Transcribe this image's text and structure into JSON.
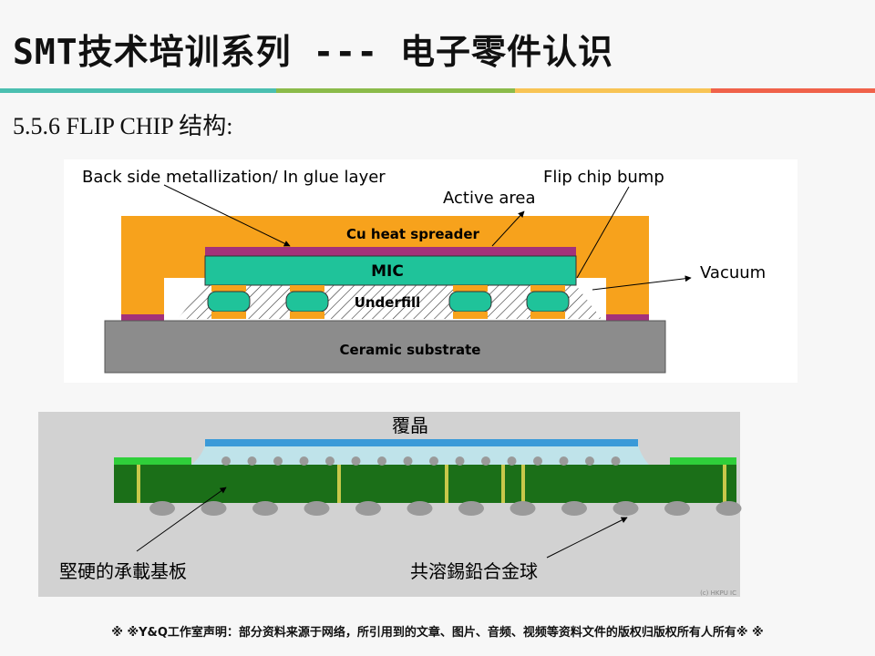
{
  "title": "SMT技术培训系列 --- 电子零件认识",
  "subtitle": "5.5.6 FLIP CHIP 结构:",
  "colors": {
    "teal": "#4bbfb0",
    "green": "#8bbb4a",
    "yellow": "#f8c455",
    "red": "#f0624a"
  },
  "top_diagram": {
    "back_side": "Back side metallization/ In glue layer",
    "active_area": "Active area",
    "bump": "Flip chip bump",
    "heat_spreader": "Cu heat spreader",
    "mic": "MIC",
    "vacuum": "Vacuum",
    "underfill": "Underfill",
    "substrate": "Ceramic substrate"
  },
  "bottom_diagram": {
    "flip": "覆晶",
    "board": "堅硬的承載基板",
    "balls": "共溶錫鉛合金球",
    "credit": "(c) HKPU IC"
  },
  "footer": "※ ※Y&Q工作室声明：部分资料来源于网络，所引用到的文章、图片、音频、视频等资料文件的版权归版权所有人所有※ ※"
}
